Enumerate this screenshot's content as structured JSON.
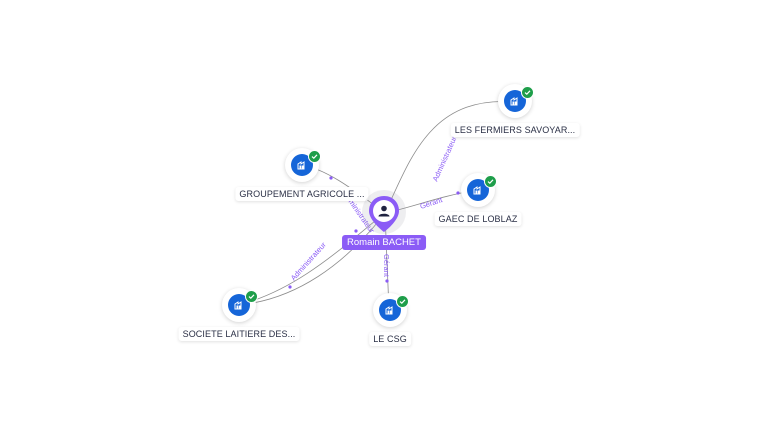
{
  "center": {
    "name": "Romain BACHET",
    "icon": "person-icon",
    "color": "#8b5cf6"
  },
  "companies": [
    {
      "name": "LES FERMIERS SAVOYAR...",
      "icon": "company-icon",
      "verified": true
    },
    {
      "name": "GROUPEMENT AGRICOLE ...",
      "icon": "company-icon",
      "verified": true
    },
    {
      "name": "GAEC DE LOBLAZ",
      "icon": "company-icon",
      "verified": true
    },
    {
      "name": "SOCIETE LAITIERE DES...",
      "icon": "company-icon",
      "verified": true
    },
    {
      "name": "LE CSG",
      "icon": "company-icon",
      "verified": true
    }
  ],
  "relations": [
    {
      "label": "Administrateur",
      "to": "LES FERMIERS SAVOYAR..."
    },
    {
      "label": "Gérant",
      "to": "GAEC DE LOBLAZ"
    },
    {
      "label": "Gérant",
      "to": "LE CSG"
    },
    {
      "label": "Administrateur",
      "to": "SOCIETE LAITIERE DES..."
    },
    {
      "label": "Administrateur",
      "to": "GROUPEMENT AGRICOLE ..."
    }
  ],
  "colors": {
    "company": "#1565d8",
    "verified": "#1e9e4a",
    "edge": "#8c8c8c",
    "edge_label": "#8b5cf6"
  }
}
